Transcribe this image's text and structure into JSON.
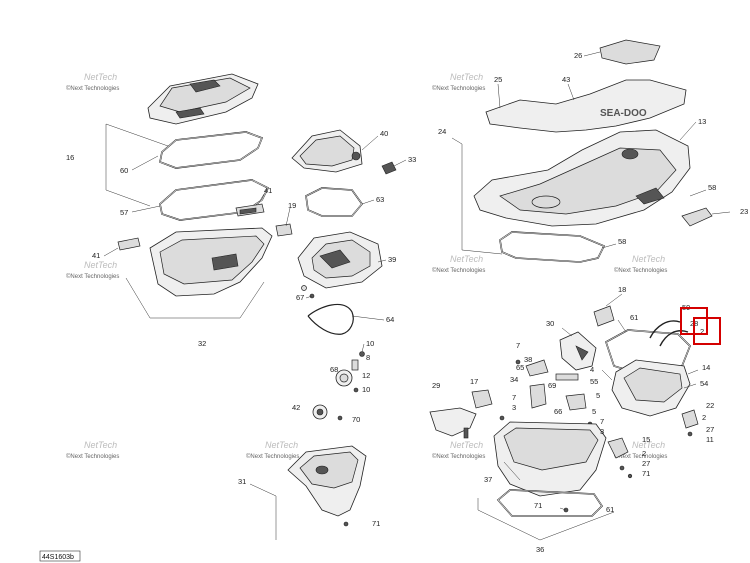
{
  "diagram_code": "44S1603b",
  "watermark": {
    "line1": "©Next Technologies",
    "line2": "NetTech"
  },
  "part_numbers": {
    "p2": "2",
    "p3": "3",
    "p4": "4",
    "p5": "5",
    "p7": "7",
    "p8": "8",
    "p10": "10",
    "p11": "11",
    "p12": "12",
    "p13": "13",
    "p14": "14",
    "p15": "15",
    "p16": "16",
    "p17": "17",
    "p18": "18",
    "p19": "19",
    "p22": "22",
    "p23": "23",
    "p24": "24",
    "p25": "25",
    "p26": "26",
    "p27": "27",
    "p28": "28",
    "p29": "29",
    "p30": "30",
    "p31": "31",
    "p32": "32",
    "p33": "33",
    "p34": "34",
    "p36": "36",
    "p37": "37",
    "p38": "38",
    "p39": "39",
    "p40": "40",
    "p41": "41",
    "p42": "42",
    "p43": "43",
    "p54": "54",
    "p55": "55",
    "p57": "57",
    "p58": "58",
    "p59": "59",
    "p60": "60",
    "p61": "61",
    "p63": "63",
    "p64": "64",
    "p65": "65",
    "p66": "66",
    "p67": "67",
    "p68": "68",
    "p69": "69",
    "p70": "70",
    "p71": "71"
  },
  "highlights": [
    {
      "label": "28",
      "color": "#d40000"
    },
    {
      "label": "2",
      "color": "#d40000"
    }
  ]
}
